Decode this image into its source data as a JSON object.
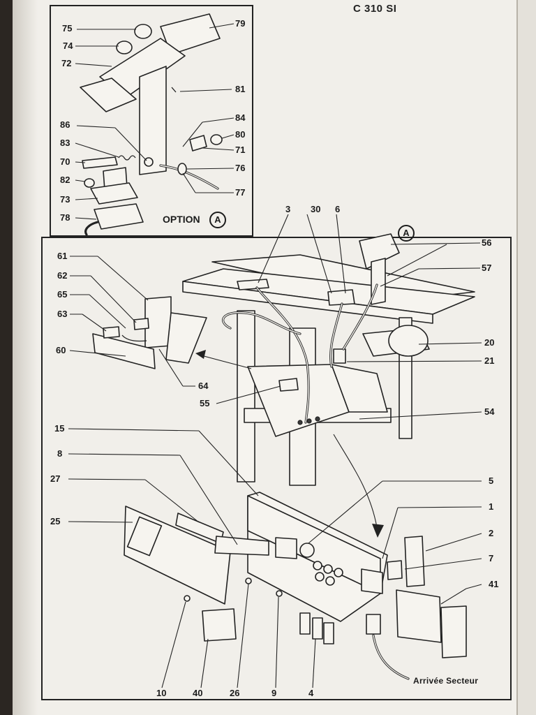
{
  "title": "C 310 SI",
  "option": {
    "label": "OPTION",
    "marker": "A"
  },
  "power_label": "Arrivée Secteur",
  "labels": {
    "l75": "75",
    "l74": "74",
    "l72": "72",
    "l79": "79",
    "l81": "81",
    "l86": "86",
    "l84": "84",
    "l80": "80",
    "l83": "83",
    "l71": "71",
    "l70": "70",
    "l76": "76",
    "l82": "82",
    "l77": "77",
    "l73": "73",
    "l78": "78",
    "l3": "3",
    "l30": "30",
    "l6": "6",
    "l56": "56",
    "l57": "57",
    "l61": "61",
    "l62": "62",
    "l65": "65",
    "l63": "63",
    "l60": "60",
    "l64": "64",
    "l20": "20",
    "l21": "21",
    "l55": "55",
    "l54": "54",
    "l15": "15",
    "l8": "8",
    "l27": "27",
    "l25": "25",
    "l5": "5",
    "l1": "1",
    "l2": "2",
    "l7": "7",
    "l41": "41",
    "l10": "10",
    "l40": "40",
    "l26": "26",
    "l9": "9",
    "l4": "4"
  }
}
